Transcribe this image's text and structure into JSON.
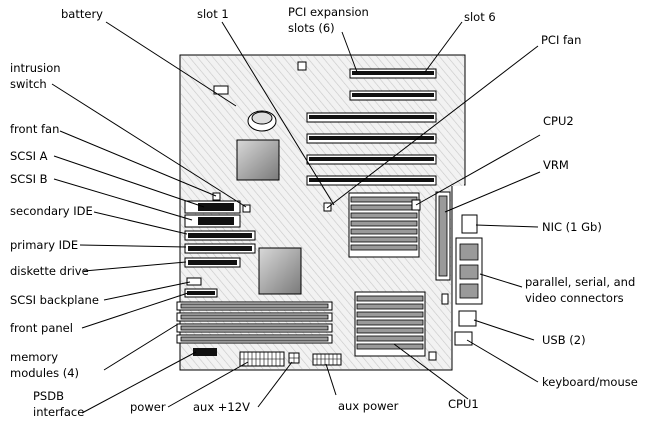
{
  "labels": {
    "battery": "battery",
    "slot1": "slot 1",
    "pci_expansion_line1": "PCI expansion",
    "pci_expansion_line2": "slots (6)",
    "slot6": "slot 6",
    "pci_fan": "PCI fan",
    "intrusion_line1": "intrusion",
    "intrusion_line2": "switch",
    "front_fan": "front fan",
    "scsi_a": "SCSI A",
    "scsi_b": "SCSI B",
    "secondary_ide": "secondary IDE",
    "primary_ide": "primary IDE",
    "diskette_drive": "diskette drive",
    "scsi_backplane": "SCSI backplane",
    "front_panel": "front panel",
    "memory_line1": "memory",
    "memory_line2": "modules (4)",
    "psdb_line1": "PSDB",
    "psdb_line2": "interface",
    "power": "power",
    "aux_12v": "aux +12V",
    "aux_power": "aux power",
    "cpu1": "CPU1",
    "cpu2": "CPU2",
    "vrm": "VRM",
    "nic": "NIC (1 Gb)",
    "parallel_line1": "parallel, serial, and",
    "parallel_line2": "video connectors",
    "usb": "USB (2)",
    "keyboard_mouse": "keyboard/mouse"
  }
}
